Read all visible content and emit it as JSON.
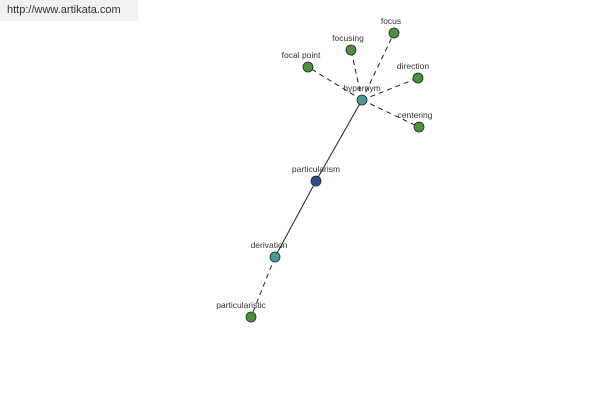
{
  "banner": {
    "url": "http://www.artikata.com"
  },
  "colors": {
    "center_node": "#2f4c8a",
    "teal_node": "#4b9a9b",
    "leaf_node": "#4e8f44",
    "node_stroke": "#1c2b1a",
    "edge": "#222222"
  },
  "nodes": [
    {
      "id": "particularism",
      "label": "particularism",
      "kind": "center"
    },
    {
      "id": "hypernym",
      "label": "hypernym",
      "kind": "relation"
    },
    {
      "id": "derivation",
      "label": "derivation",
      "kind": "relation"
    },
    {
      "id": "focus",
      "label": "focus",
      "kind": "leaf"
    },
    {
      "id": "focusing",
      "label": "focusing",
      "kind": "leaf"
    },
    {
      "id": "focal_point",
      "label": "focal point",
      "kind": "leaf"
    },
    {
      "id": "direction",
      "label": "direction",
      "kind": "leaf"
    },
    {
      "id": "centering",
      "label": "centering",
      "kind": "leaf"
    },
    {
      "id": "particularistic",
      "label": "particularistic",
      "kind": "leaf"
    }
  ],
  "edges": [
    {
      "from": "particularism",
      "to": "hypernym",
      "style": "solid"
    },
    {
      "from": "particularism",
      "to": "derivation",
      "style": "solid"
    },
    {
      "from": "hypernym",
      "to": "focus",
      "style": "dashed"
    },
    {
      "from": "hypernym",
      "to": "focusing",
      "style": "dashed"
    },
    {
      "from": "hypernym",
      "to": "focal_point",
      "style": "dashed"
    },
    {
      "from": "hypernym",
      "to": "direction",
      "style": "dashed"
    },
    {
      "from": "hypernym",
      "to": "centering",
      "style": "dashed"
    },
    {
      "from": "derivation",
      "to": "particularistic",
      "style": "dashed"
    }
  ]
}
